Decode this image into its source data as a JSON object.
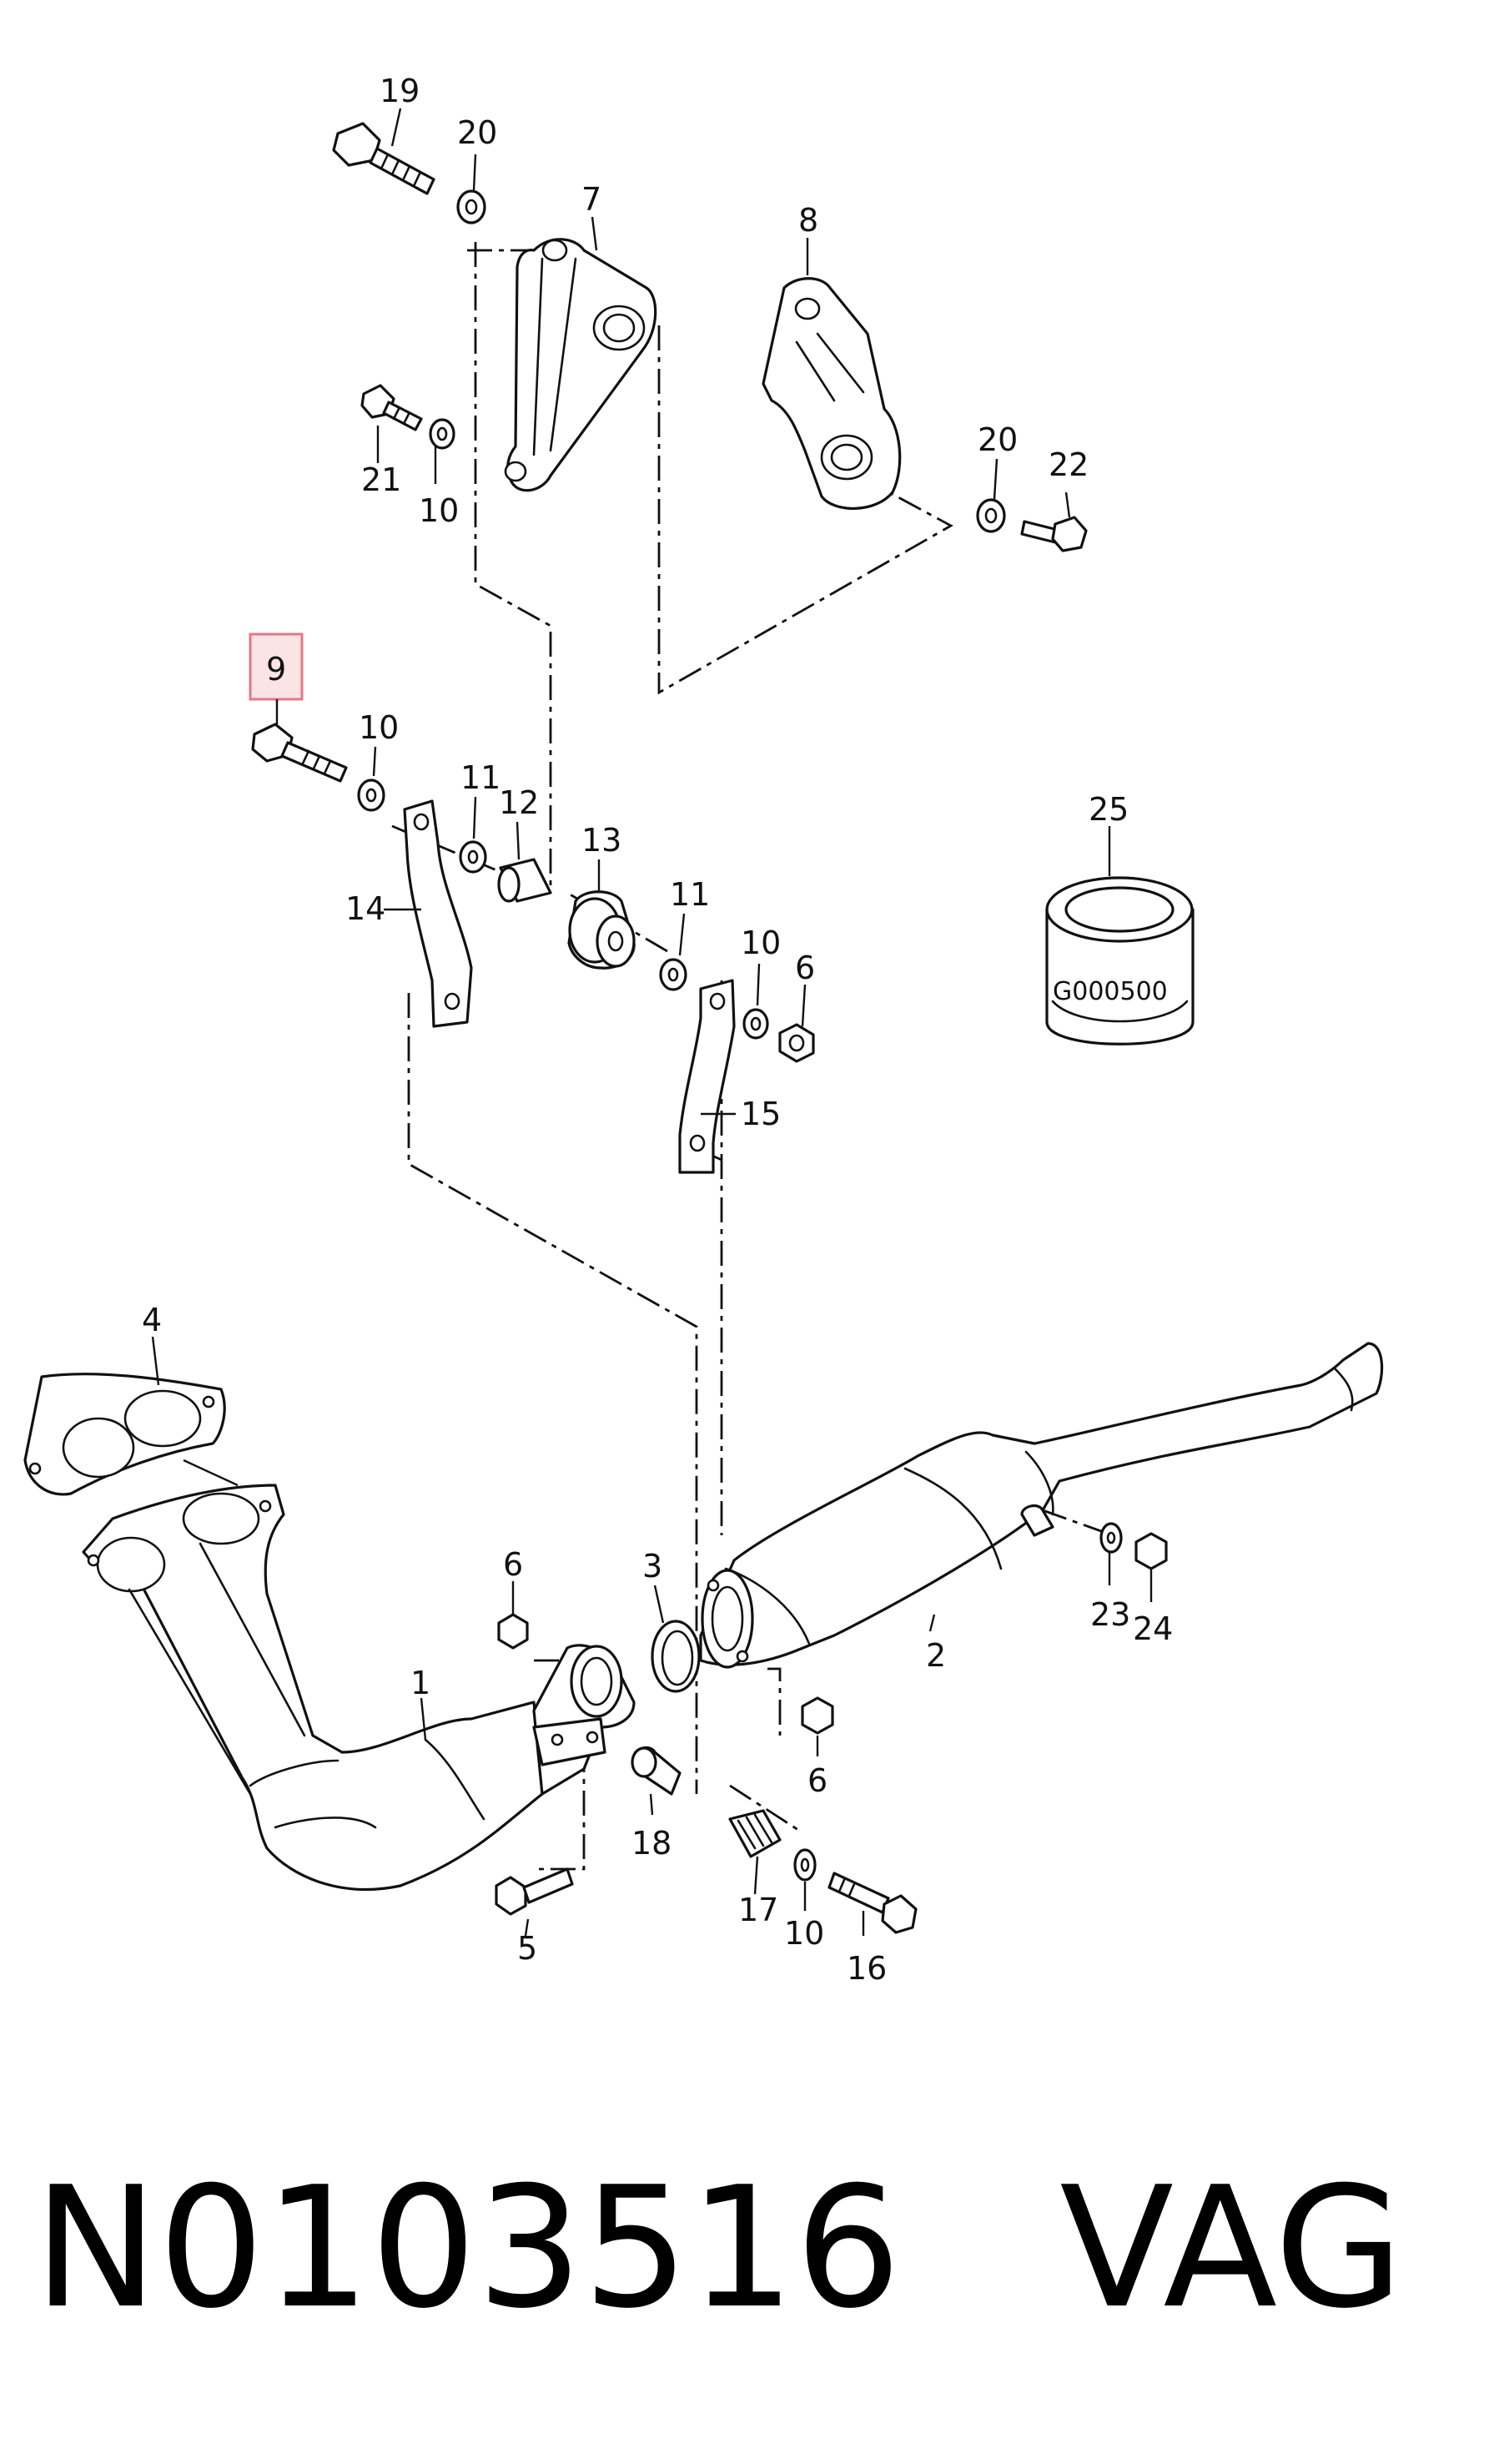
{
  "callouts": {
    "c1": "1",
    "c2": "2",
    "c3": "3",
    "c4": "4",
    "c5": "5",
    "c6a": "6",
    "c6b": "6",
    "c6c": "6",
    "c7": "7",
    "c8": "8",
    "c9": "9",
    "c10a": "10",
    "c10b": "10",
    "c10c": "10",
    "c10d": "10",
    "c11a": "11",
    "c11b": "11",
    "c12": "12",
    "c13": "13",
    "c14": "14",
    "c15": "15",
    "c16": "16",
    "c17": "17",
    "c18": "18",
    "c19": "19",
    "c20a": "20",
    "c20b": "20",
    "c21": "21",
    "c22": "22",
    "c23": "23",
    "c24": "24",
    "c25": "25"
  },
  "highlighted_callout": "9",
  "accent_color": "#e07a86",
  "stamp_text": "G000500",
  "footer": {
    "part_number": "N0103516",
    "brand": "VAG"
  }
}
